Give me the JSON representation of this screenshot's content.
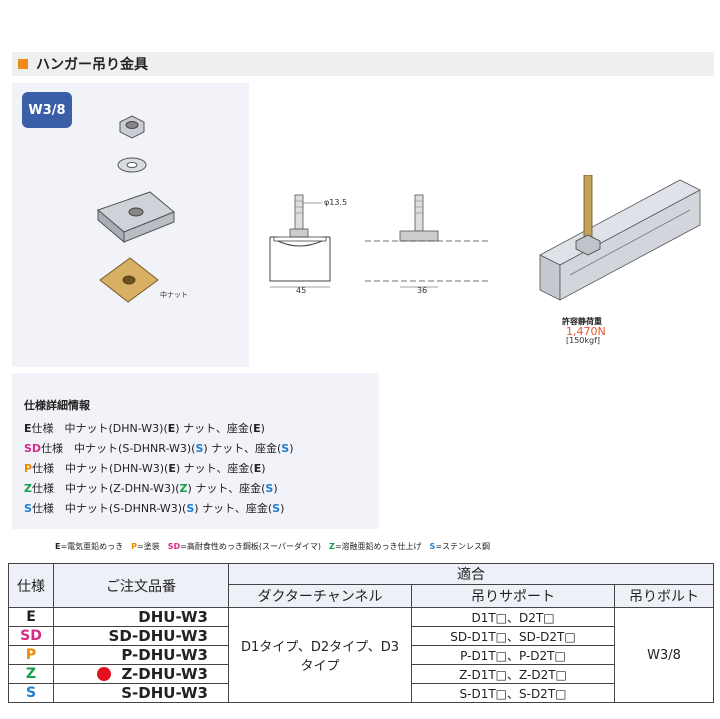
{
  "section": {
    "title": "ハンガー吊り金具"
  },
  "badge": "W3/8",
  "part_label": "中ナット",
  "drawing": {
    "dia": "φ13.5",
    "dim1": "45",
    "dim2": "36"
  },
  "load": {
    "label": "許容静荷重",
    "value": "1,470N",
    "kgf": "[150kgf]"
  },
  "spec": {
    "title": "仕様詳細情報",
    "rows": [
      {
        "code": "E",
        "color": "#222222",
        "rest": "仕様　中ナット(DHN-W3)(",
        "c1": "E",
        "c1color": "#222222",
        "mid": ") ナット、座金(",
        "c2": "E",
        "c2color": "#222222",
        "end": ")"
      },
      {
        "code": "SD",
        "color": "#d62b87",
        "rest": "仕様　中ナット(S-DHNR-W3)(",
        "c1": "S",
        "c1color": "#1e7fd0",
        "mid": ") ナット、座金(",
        "c2": "S",
        "c2color": "#1e7fd0",
        "end": ")"
      },
      {
        "code": "P",
        "color": "#ec8a00",
        "rest": "仕様　中ナット(DHN-W3)(",
        "c1": "E",
        "c1color": "#222222",
        "mid": ") ナット、座金(",
        "c2": "E",
        "c2color": "#222222",
        "end": ")"
      },
      {
        "code": "Z",
        "color": "#13a04a",
        "rest": "仕様　中ナット(Z-DHN-W3)(",
        "c1": "Z",
        "c1color": "#13a04a",
        "mid": ") ナット、座金(",
        "c2": "S",
        "c2color": "#1e7fd0",
        "end": ")"
      },
      {
        "code": "S",
        "color": "#1e7fd0",
        "rest": "仕様　中ナット(S-DHNR-W3)(",
        "c1": "S",
        "c1color": "#1e7fd0",
        "mid": ") ナット、座金(",
        "c2": "S",
        "c2color": "#1e7fd0",
        "end": ")"
      }
    ]
  },
  "legend": [
    {
      "code": "E",
      "color": "#222222",
      "text": "=電気亜鉛めっき"
    },
    {
      "code": "P",
      "color": "#ec8a00",
      "text": "=塗装"
    },
    {
      "code": "SD",
      "color": "#d62b87",
      "text": "=高耐食性めっき鋼板(スーパーダイマ)"
    },
    {
      "code": "Z",
      "color": "#13a04a",
      "text": "=溶融亜鉛めっき仕上げ"
    },
    {
      "code": "S",
      "color": "#1e7fd0",
      "text": "=ステンレス鋼"
    }
  ],
  "table": {
    "h_spec": "仕様",
    "h_order": "ご注文品番",
    "h_fit": "適合",
    "h_duct": "ダクターチャンネル",
    "h_support": "吊りサポート",
    "h_bolt": "吊りボルト",
    "duct_value": "D1タイプ、D2タイプ、D3タイプ",
    "bolt_value": "W3/8",
    "rows": [
      {
        "spec": "E",
        "color": "#222222",
        "code": "DHU-W3",
        "support": "D1T□、D2T□",
        "dot": false
      },
      {
        "spec": "SD",
        "color": "#d62b87",
        "code": "SD-DHU-W3",
        "support": "SD-D1T□、SD-D2T□",
        "dot": false
      },
      {
        "spec": "P",
        "color": "#ec8a00",
        "code": "P-DHU-W3",
        "support": "P-D1T□、P-D2T□",
        "dot": false
      },
      {
        "spec": "Z",
        "color": "#13a04a",
        "code": "Z-DHU-W3",
        "support": "Z-D1T□、Z-D2T□",
        "dot": true
      },
      {
        "spec": "S",
        "color": "#1e7fd0",
        "code": "S-DHU-W3",
        "support": "S-D1T□、S-D2T□",
        "dot": false
      }
    ]
  }
}
